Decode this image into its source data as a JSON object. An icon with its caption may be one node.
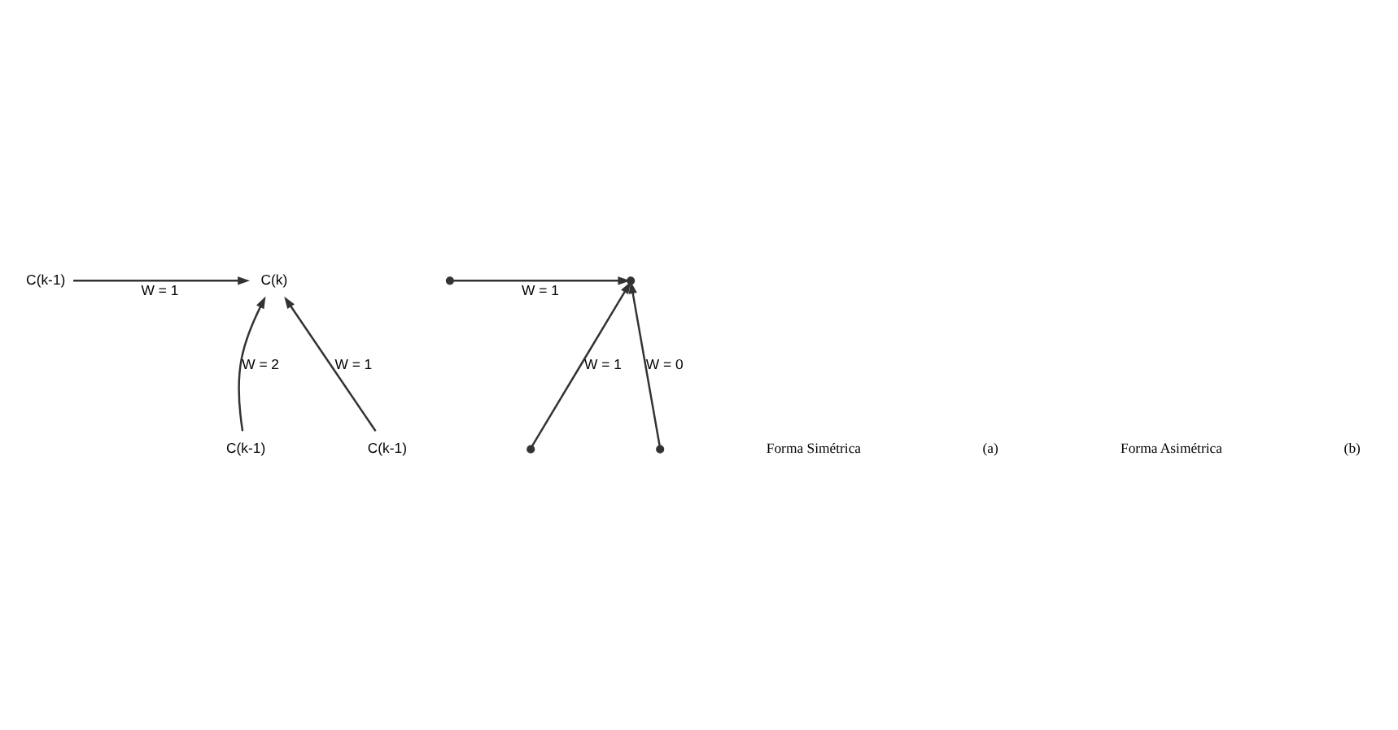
{
  "diagram": {
    "nodes": [
      {
        "text": [
          "C(k-1)"
        ]
      },
      {
        "text": [
          "C(k)"
        ]
      },
      {
        "text": [
          "C(k-1)"
        ]
      },
      {
        "text": [
          "C(k-1)"
        ]
      },
      {
        "text": [],
        "shape": "circle"
      },
      {
        "text": [],
        "shape": "circle"
      },
      {
        "text": [],
        "shape": "circle"
      },
      {
        "text": [],
        "shape": "circle"
      }
    ],
    "edges": [
      {
        "from": 0,
        "to": 1,
        "arrow": "to",
        "label": "W = 1"
      },
      {
        "from": 2,
        "to": 1,
        "arrow": "to",
        "label": "W = 2"
      },
      {
        "from": 3,
        "to": 1,
        "arrow": "to",
        "label": "W = 1"
      },
      {
        "from": 4,
        "to": 5,
        "arrow": "to",
        "label": "W = 1"
      },
      {
        "from": 6,
        "to": 5,
        "arrow": "to",
        "label": "W = 1"
      },
      {
        "from": 7,
        "to": 5,
        "arrow": "to",
        "label": "W = 0"
      }
    ],
    "labels": [
      "Forma Simétrica",
      "(a)",
      "Forma Asimétrica",
      "(b)"
    ]
  }
}
